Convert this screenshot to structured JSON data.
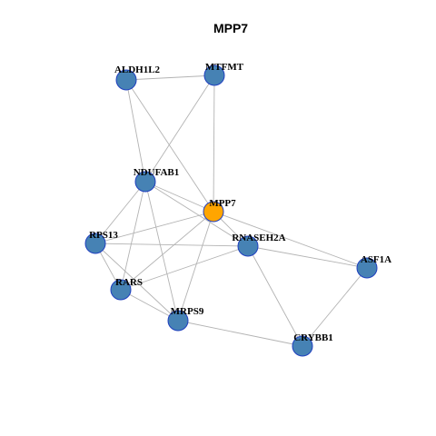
{
  "title": "MPP7",
  "colors": {
    "node_default": "#4682b4",
    "node_focus": "#ffa500",
    "node_border": "#1f3fbf",
    "edge": "#b3b3b3"
  },
  "nodes": [
    {
      "id": "ALDH1L2",
      "label": "ALDH1L2",
      "focus": false
    },
    {
      "id": "MTFMT",
      "label": "MTFMT",
      "focus": false
    },
    {
      "id": "NDUFAB1",
      "label": "NDUFAB1",
      "focus": false
    },
    {
      "id": "MPP7",
      "label": "MPP7",
      "focus": true
    },
    {
      "id": "RPS13",
      "label": "RPS13",
      "focus": false
    },
    {
      "id": "RNASEH2A",
      "label": "RNASEH2A",
      "focus": false
    },
    {
      "id": "ASF1A",
      "label": "ASF1A",
      "focus": false
    },
    {
      "id": "RARS",
      "label": "RARS",
      "focus": false
    },
    {
      "id": "MRPS9",
      "label": "MRPS9",
      "focus": false
    },
    {
      "id": "CRYBB1",
      "label": "CRYBB1",
      "focus": false
    }
  ],
  "edges": [
    [
      "ALDH1L2",
      "MTFMT"
    ],
    [
      "ALDH1L2",
      "NDUFAB1"
    ],
    [
      "ALDH1L2",
      "MPP7"
    ],
    [
      "MTFMT",
      "NDUFAB1"
    ],
    [
      "MTFMT",
      "MPP7"
    ],
    [
      "NDUFAB1",
      "MPP7"
    ],
    [
      "NDUFAB1",
      "RPS13"
    ],
    [
      "NDUFAB1",
      "RARS"
    ],
    [
      "NDUFAB1",
      "MRPS9"
    ],
    [
      "NDUFAB1",
      "RNASEH2A"
    ],
    [
      "MPP7",
      "RPS13"
    ],
    [
      "MPP7",
      "RARS"
    ],
    [
      "MPP7",
      "MRPS9"
    ],
    [
      "MPP7",
      "RNASEH2A"
    ],
    [
      "MPP7",
      "ASF1A"
    ],
    [
      "RPS13",
      "RARS"
    ],
    [
      "RPS13",
      "MRPS9"
    ],
    [
      "RPS13",
      "RNASEH2A"
    ],
    [
      "RARS",
      "RNASEH2A"
    ],
    [
      "RARS",
      "MRPS9"
    ],
    [
      "RNASEH2A",
      "ASF1A"
    ],
    [
      "RNASEH2A",
      "CRYBB1"
    ],
    [
      "ASF1A",
      "CRYBB1"
    ],
    [
      "MRPS9",
      "CRYBB1"
    ]
  ]
}
